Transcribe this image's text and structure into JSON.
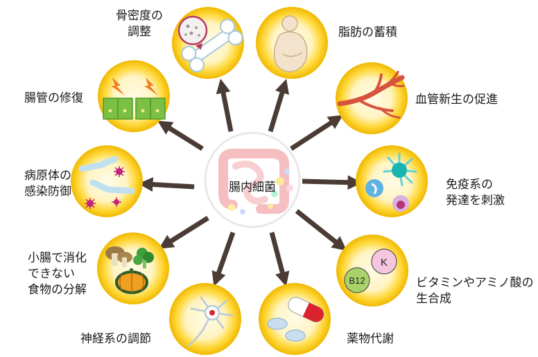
{
  "center": {
    "label": "腸内細菌"
  },
  "functions": [
    {
      "id": "bone",
      "lines": [
        "骨密度の",
        "調整"
      ],
      "icon": "bone-icon"
    },
    {
      "id": "fat",
      "lines": [
        "脂肪の蓄積"
      ],
      "icon": "pregnant-body-icon"
    },
    {
      "id": "vessel",
      "lines": [
        "血管新生の促進"
      ],
      "icon": "blood-vessel-icon"
    },
    {
      "id": "immune",
      "lines": [
        "免疫系の",
        "発達を刺激"
      ],
      "icon": "immune-cell-icon"
    },
    {
      "id": "vitamin",
      "lines": [
        "ビタミンやアミノ酸の",
        "生合成"
      ],
      "icon": "vitamin-icon",
      "badges": [
        "K",
        "B12"
      ]
    },
    {
      "id": "drug",
      "lines": [
        "薬物代謝"
      ],
      "icon": "pill-icon"
    },
    {
      "id": "nerve",
      "lines": [
        "神経系の調節"
      ],
      "icon": "neuron-icon"
    },
    {
      "id": "food",
      "lines": [
        "小腸で消化",
        "できない",
        "食物の分解"
      ],
      "icon": "vegetables-icon"
    },
    {
      "id": "pathogen",
      "lines": [
        "病原体の",
        "感染防御"
      ],
      "icon": "bacteria-icon"
    },
    {
      "id": "repair",
      "lines": [
        "腸管の修復"
      ],
      "icon": "intestinal-cells-icon"
    }
  ],
  "colors": {
    "arrow": "#4a3b35",
    "circle_outer": "#f3c413",
    "circle_inner": "#fff6cf",
    "intestine": "#f4b5b8"
  }
}
